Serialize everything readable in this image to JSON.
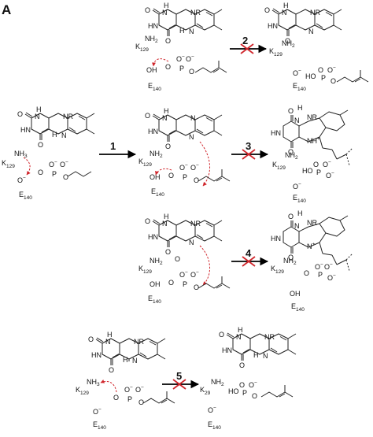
{
  "panel_label": "A",
  "steps": [
    "1",
    "2",
    "3",
    "4",
    "5"
  ],
  "atoms": {
    "o": "O",
    "h": "H",
    "n": "N",
    "nr": "NR",
    "nh": "NH",
    "hn": "HN",
    "nh_plus": "NH",
    "oh": "OH",
    "ho": "HO",
    "p": "P",
    "o_minus": "O",
    "nh2": "NH",
    "nh3": "NH",
    "k": "K",
    "e": "E",
    "two": "2",
    "three": "3",
    "minus": "−",
    "plus": "+",
    "k129": "129",
    "k29": "29",
    "e140": "140"
  },
  "colors": {
    "bond": "#222222",
    "red_arrow": "#d0262c",
    "reaction_arrow": "#000000"
  }
}
